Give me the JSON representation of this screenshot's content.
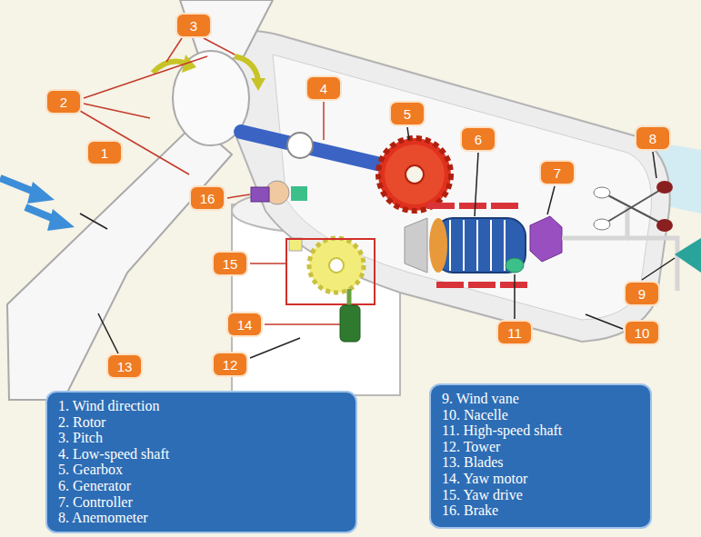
{
  "diagram": {
    "nodes": [
      {
        "text": [
          "3"
        ]
      },
      {
        "text": [
          "2"
        ]
      },
      {
        "text": [
          "4"
        ]
      },
      {
        "text": [
          "5"
        ]
      },
      {
        "text": [
          "6"
        ]
      },
      {
        "text": [
          "8"
        ]
      },
      {
        "text": [
          "1"
        ]
      },
      {
        "text": [
          "7"
        ]
      },
      {
        "text": [
          "16"
        ]
      },
      {
        "text": [
          "15"
        ]
      },
      {
        "text": [
          "9"
        ]
      },
      {
        "text": [
          "14"
        ]
      },
      {
        "text": [
          "11"
        ]
      },
      {
        "text": [
          "10"
        ]
      },
      {
        "text": [
          "12"
        ]
      },
      {
        "text": [
          "13"
        ]
      },
      {
        "text": [
          "1. Wind direction",
          "2. Rotor",
          "3. Pitch",
          "4. Low-speed shaft",
          "5. Gearbox",
          "6. Generator",
          "7. Controller",
          "8. Anemometer"
        ]
      },
      {
        "text": [
          "9. Wind vane",
          "10. Nacelle",
          "11. High-speed shaft",
          "12. Tower",
          "13. Blades",
          "14. Yaw motor",
          "15. Yaw drive",
          "16. Brake"
        ]
      }
    ]
  }
}
